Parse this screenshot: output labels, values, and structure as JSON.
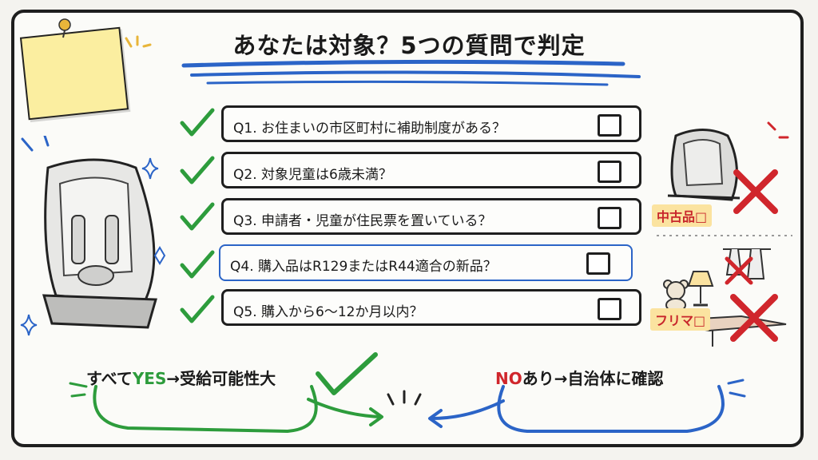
{
  "header": {
    "title": "あなたは対象？5つの質問で判定"
  },
  "questions": [
    {
      "label": "Q1. お住まいの市区町村に補助制度がある？"
    },
    {
      "label": "Q2. 対象児童は6歳未満？"
    },
    {
      "label": "Q3. 申請者・児童が住民票を置いている？"
    },
    {
      "label": "Q4. 購入品はR129またはR44適合の新品？"
    },
    {
      "label": "Q5. 購入から6〜12か月以内？"
    }
  ],
  "side_labels": {
    "used": "中古品□",
    "flea": "フリマ□"
  },
  "bubbles": {
    "yes": {
      "prefix": "すべて",
      "keyword": "YES",
      "suffix": "→受給可能性大"
    },
    "no": {
      "keyword": "NO",
      "suffix": "あり→自治体に確認"
    }
  },
  "colors": {
    "accent_blue": "#2b64c7",
    "check_green": "#2d9c3c",
    "cross_red": "#d0262c",
    "note_yellow": "#fbeea0"
  },
  "icons": [
    "pushpin-icon",
    "car-seat-illustration",
    "check-icon",
    "cross-icon",
    "teddy-bear-icon",
    "lamp-icon",
    "clothes-rack-icon",
    "sparkle-icon"
  ]
}
